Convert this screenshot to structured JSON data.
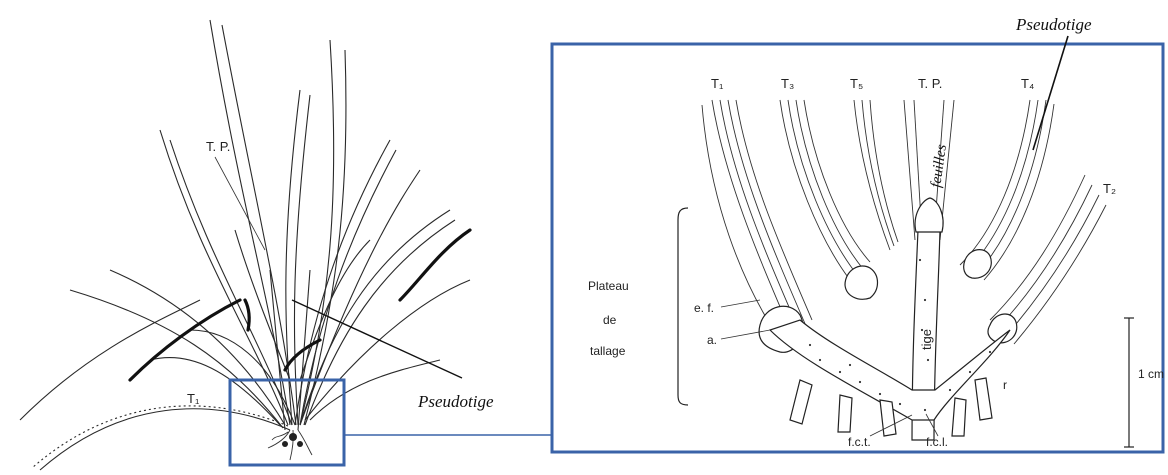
{
  "left_plant": {
    "label_main_tiller": "T. P.",
    "label_tiller_1": "T₁",
    "callout_pseudostem": "Pseudotige"
  },
  "detail_panel": {
    "callout_pseudostem": "Pseudotige",
    "tiller_labels": [
      "T₁",
      "T₃",
      "T₅",
      "T. P.",
      "T₄",
      "T₂"
    ],
    "leaves_label": "feuilles",
    "stem_label": "tige",
    "bracket_label_lines": [
      "Plateau",
      "de",
      "tallage"
    ],
    "label_ef": "e. f.",
    "label_a": "a.",
    "label_r": "r",
    "label_fct": "f.c.t.",
    "label_fcl": "f.c.l.",
    "scale_label": "1 cm"
  },
  "colors": {
    "frame": "#3a63a8",
    "ink": "#222222"
  }
}
